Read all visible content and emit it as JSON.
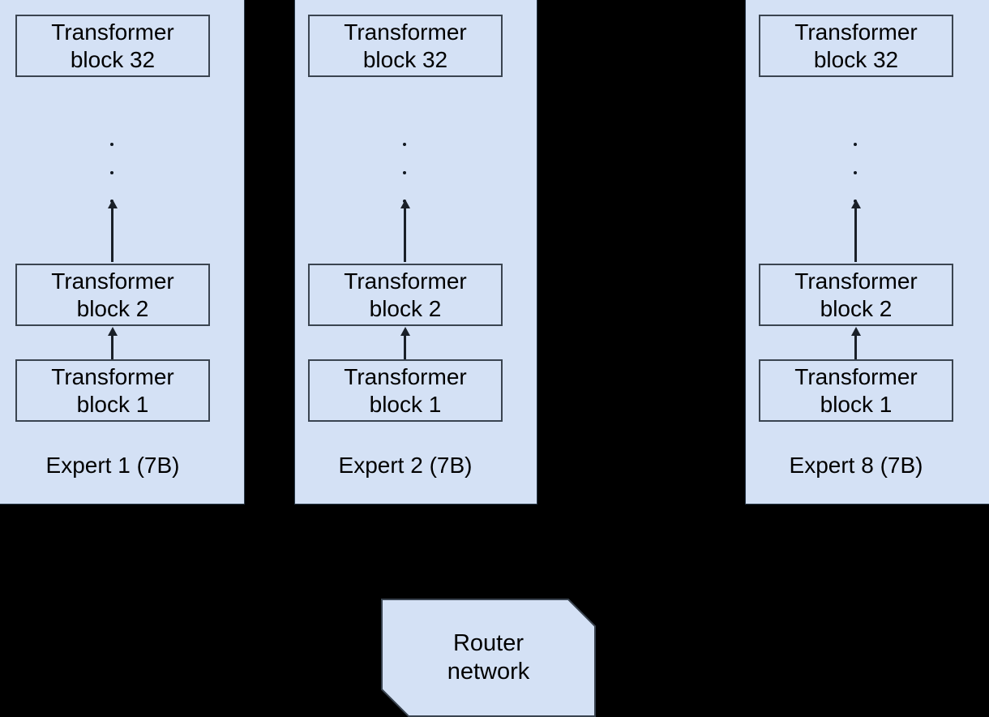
{
  "figure": {
    "type": "architecture-diagram",
    "background_color": "#000000",
    "block_fill_color": "#d4e1f5",
    "block_stroke_color": "#3a4450",
    "text_color": "#000000"
  },
  "experts": [
    {
      "caption": "Expert 1 (7B)",
      "blocks": [
        {
          "line1": "Transformer",
          "line2": "block 32"
        },
        {
          "line1": "Transformer",
          "line2": "block 2"
        },
        {
          "line1": "Transformer",
          "line2": "block 1"
        }
      ]
    },
    {
      "caption": "Expert 2 (7B)",
      "blocks": [
        {
          "line1": "Transformer",
          "line2": "block 32"
        },
        {
          "line1": "Transformer",
          "line2": "block 2"
        },
        {
          "line1": "Transformer",
          "line2": "block 1"
        }
      ]
    },
    {
      "caption": "Expert 8 (7B)",
      "blocks": [
        {
          "line1": "Transformer",
          "line2": "block 32"
        },
        {
          "line1": "Transformer",
          "line2": "block 2"
        },
        {
          "line1": "Transformer",
          "line2": "block 1"
        }
      ]
    }
  ],
  "router": {
    "line1": "Router",
    "line2": "network"
  }
}
